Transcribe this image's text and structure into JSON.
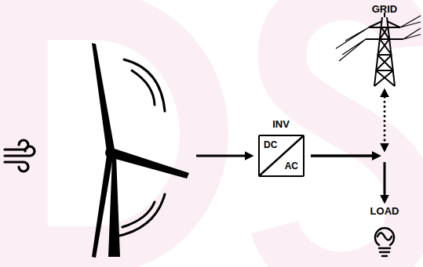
{
  "diagram": {
    "nodes": [
      {
        "text": [
          "INV",
          "DC",
          "AC"
        ]
      },
      {
        "text": [
          "GRID"
        ]
      },
      {
        "text": [
          "LOAD"
        ]
      }
    ],
    "edges": [
      {
        "from": 0,
        "to": 1,
        "arrow": "to"
      },
      {
        "from": 0,
        "to": 2,
        "arrow": "to"
      }
    ]
  }
}
